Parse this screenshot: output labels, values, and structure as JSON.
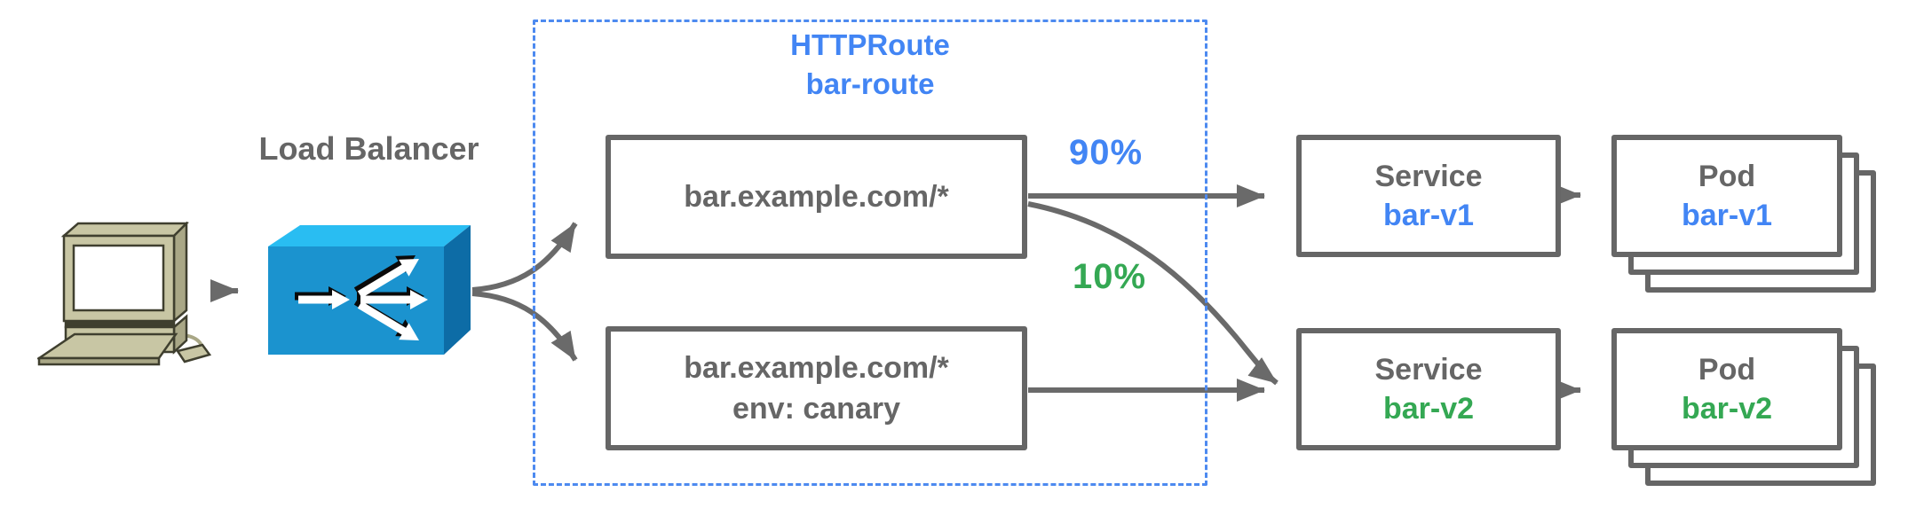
{
  "colors": {
    "blue": "#4285f4",
    "green": "#34a853",
    "text-gray": "#666666",
    "border-gray": "#666666",
    "arrow-gray": "#6a6a6a",
    "dash-blue": "#4d8af0",
    "lb-top": "#29bdf2",
    "lb-front": "#1b93cf",
    "lb-side": "#0d6ca6",
    "pc-body": "#c8c6a4",
    "pc-side": "#a9a786",
    "pc-outline": "#3f3f2f"
  },
  "client": {
    "icon": "desktop-computer"
  },
  "load_balancer": {
    "label": "Load Balancer",
    "icon": "load-balancer-3d-box"
  },
  "httproute": {
    "kind": "HTTPRoute",
    "name": "bar-route",
    "rules": [
      {
        "match": "bar.example.com/*"
      },
      {
        "match": "bar.example.com/*",
        "header": "env: canary"
      }
    ]
  },
  "weights": [
    {
      "label": "90%",
      "color": "#4285f4"
    },
    {
      "label": "10%",
      "color": "#34a853"
    }
  ],
  "services": [
    {
      "kind": "Service",
      "name": "bar-v1",
      "color": "#4285f4"
    },
    {
      "kind": "Service",
      "name": "bar-v2",
      "color": "#34a853"
    }
  ],
  "pods": [
    {
      "kind": "Pod",
      "name": "bar-v1",
      "color": "#4285f4"
    },
    {
      "kind": "Pod",
      "name": "bar-v2",
      "color": "#34a853"
    }
  ]
}
